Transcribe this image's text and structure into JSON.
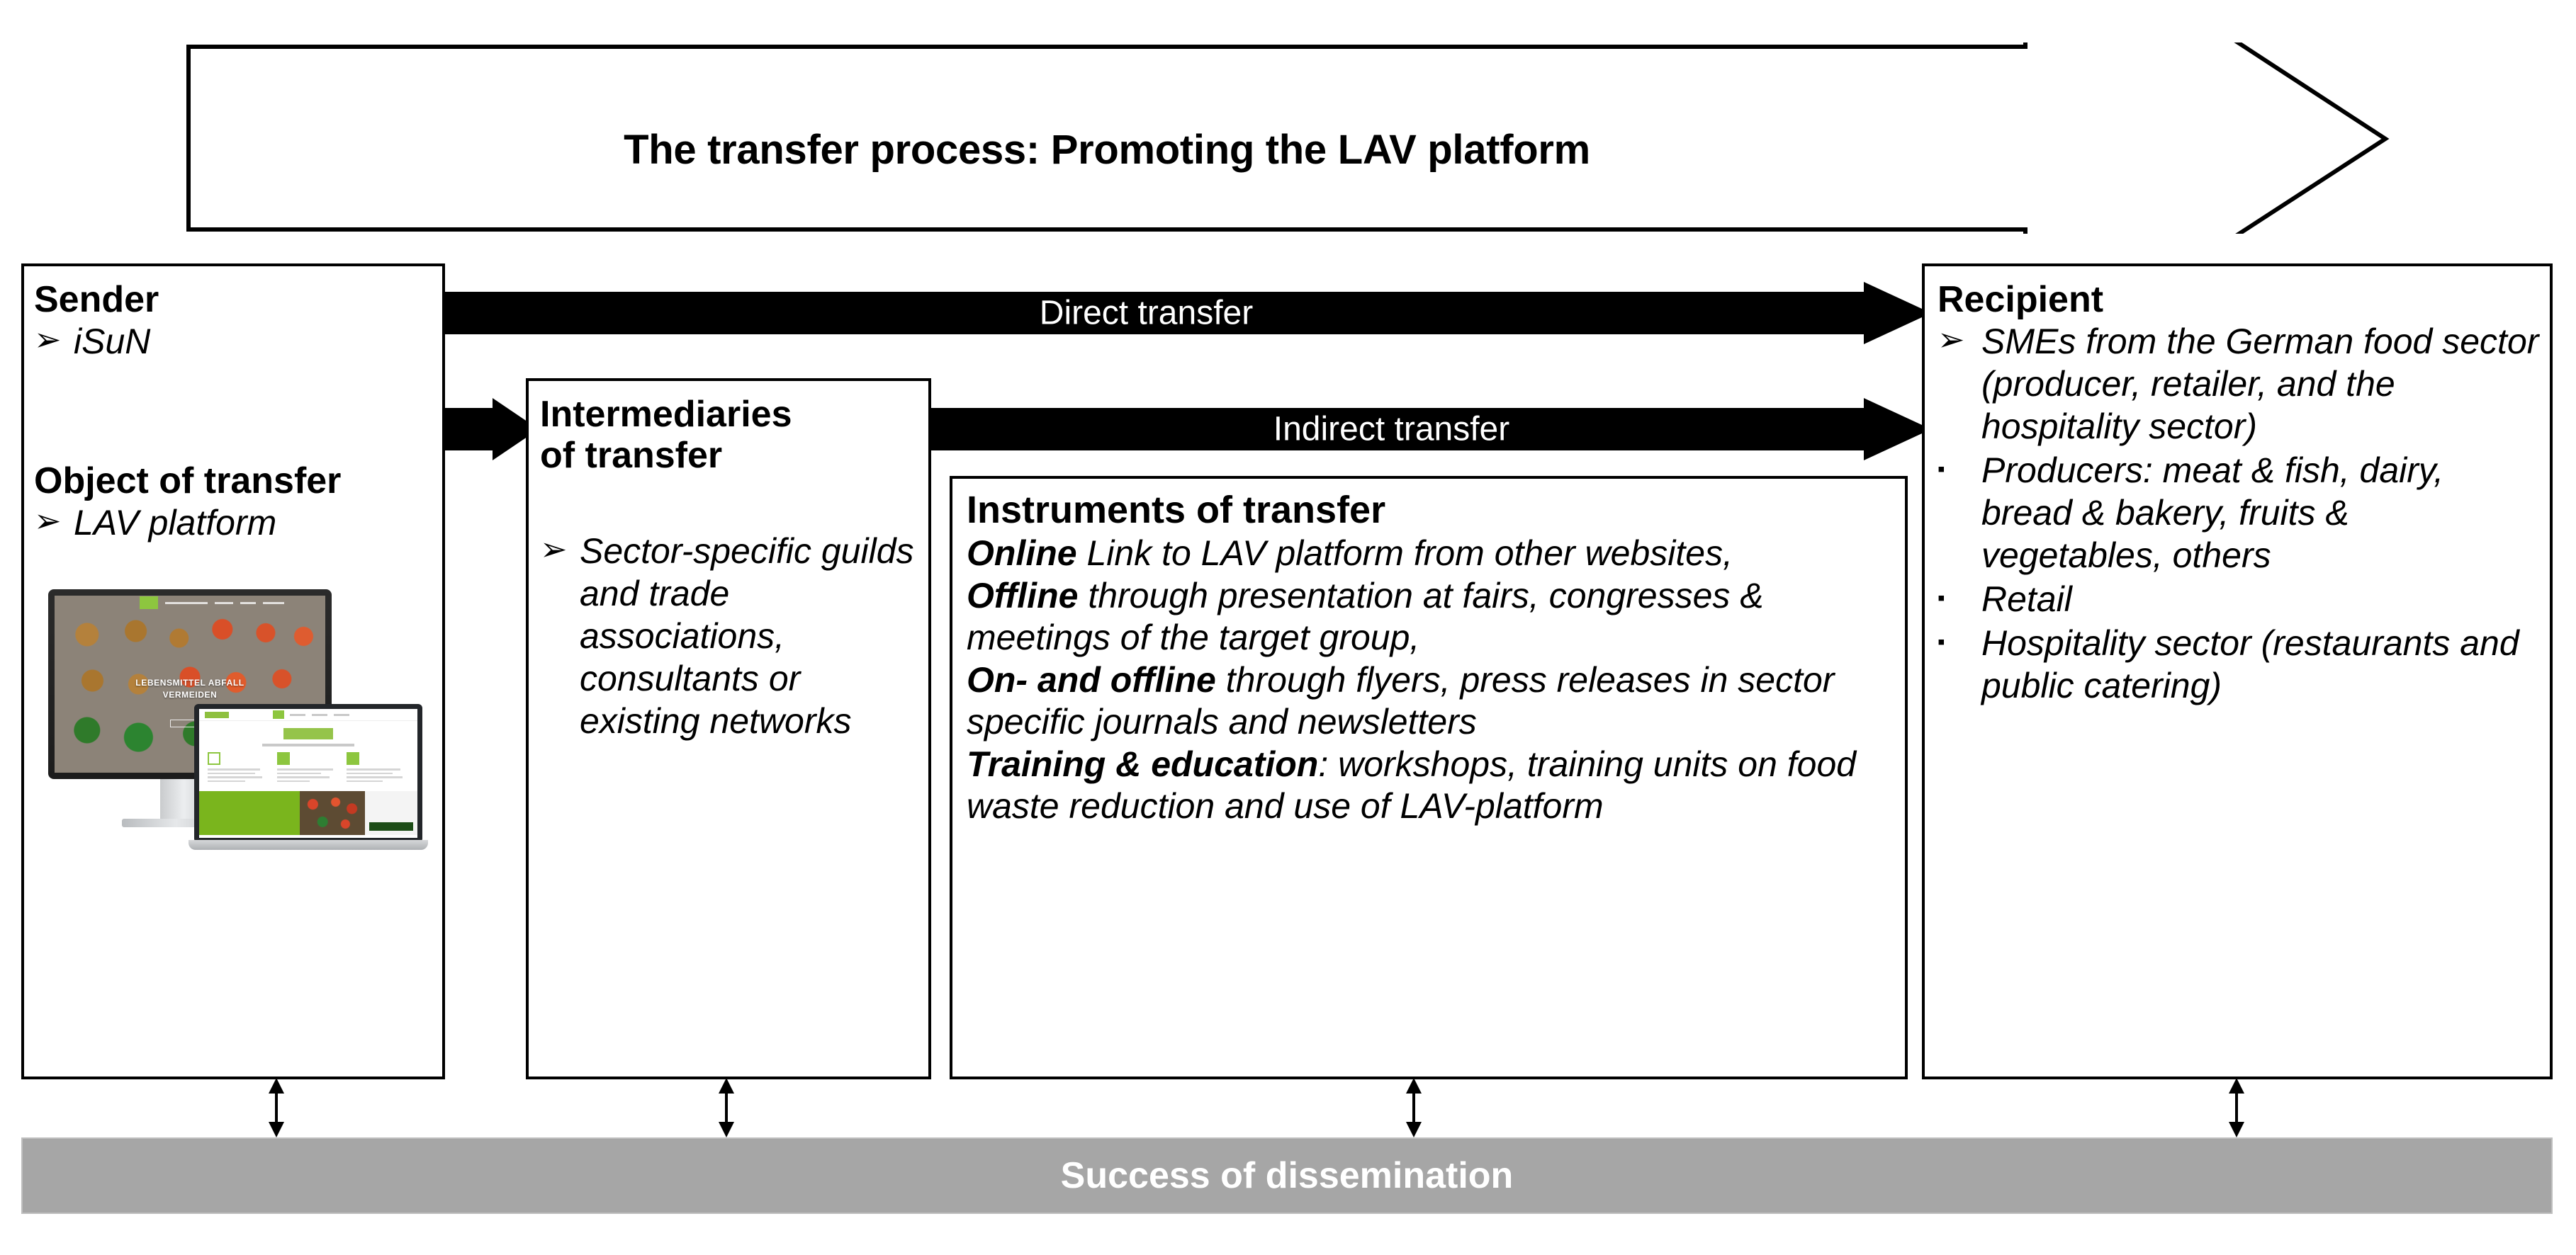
{
  "banner": {
    "title": "The transfer process: Promoting the LAV platform"
  },
  "sender": {
    "title": "Sender",
    "bullets": [
      {
        "glyph": "➢",
        "text": "iSuN"
      }
    ],
    "object_title": "Object of transfer",
    "object_bullets": [
      {
        "glyph": "➢",
        "text": "LAV platform"
      }
    ],
    "mockup": {
      "hero_line1": "LEBENSMITTEL ABFALL",
      "hero_line2": "VERMEIDEN"
    }
  },
  "intermediaries": {
    "title_line1": "Intermediaries",
    "title_line2": "of transfer",
    "bullets": [
      {
        "glyph": "➢",
        "text": "Sector-specific guilds and trade associations, consultants or existing networks"
      }
    ]
  },
  "instruments": {
    "title": "Instruments of transfer",
    "lines": [
      {
        "bold": "Online",
        "rest": " Link to LAV platform from other websites,"
      },
      {
        "bold": "Offline",
        "rest": " through presentation at fairs, congresses & meetings of the target group,"
      },
      {
        "bold": "On- and offline",
        "rest": " through flyers, press releases in sector specific journals and newsletters"
      },
      {
        "bold": "Training & education",
        "rest": ": workshops, training units on food waste reduction and use of LAV-platform"
      }
    ]
  },
  "recipient": {
    "title": "Recipient",
    "bullets": [
      {
        "glyph": "➢",
        "text": "SMEs from the German food sector (producer, retailer, and the hospitality sector)"
      },
      {
        "glyph": "▪",
        "text": "Producers: meat & fish, dairy, bread & bakery, fruits & vegetables, others"
      },
      {
        "glyph": "▪",
        "text": "Retail"
      },
      {
        "glyph": "▪",
        "text": "Hospitality sector (restaurants and public catering)"
      }
    ]
  },
  "arrows": {
    "direct_label": "Direct transfer",
    "indirect_label": "Indirect transfer"
  },
  "success_bar": {
    "label": "Success of dissemination"
  },
  "colors": {
    "arrow_fill": "#000000",
    "success_bar_fill": "#a6a6a6",
    "success_bar_border": "#bfbfbf",
    "box_border": "#000000",
    "page_background": "#ffffff",
    "brand_green": "#8dc63f"
  }
}
